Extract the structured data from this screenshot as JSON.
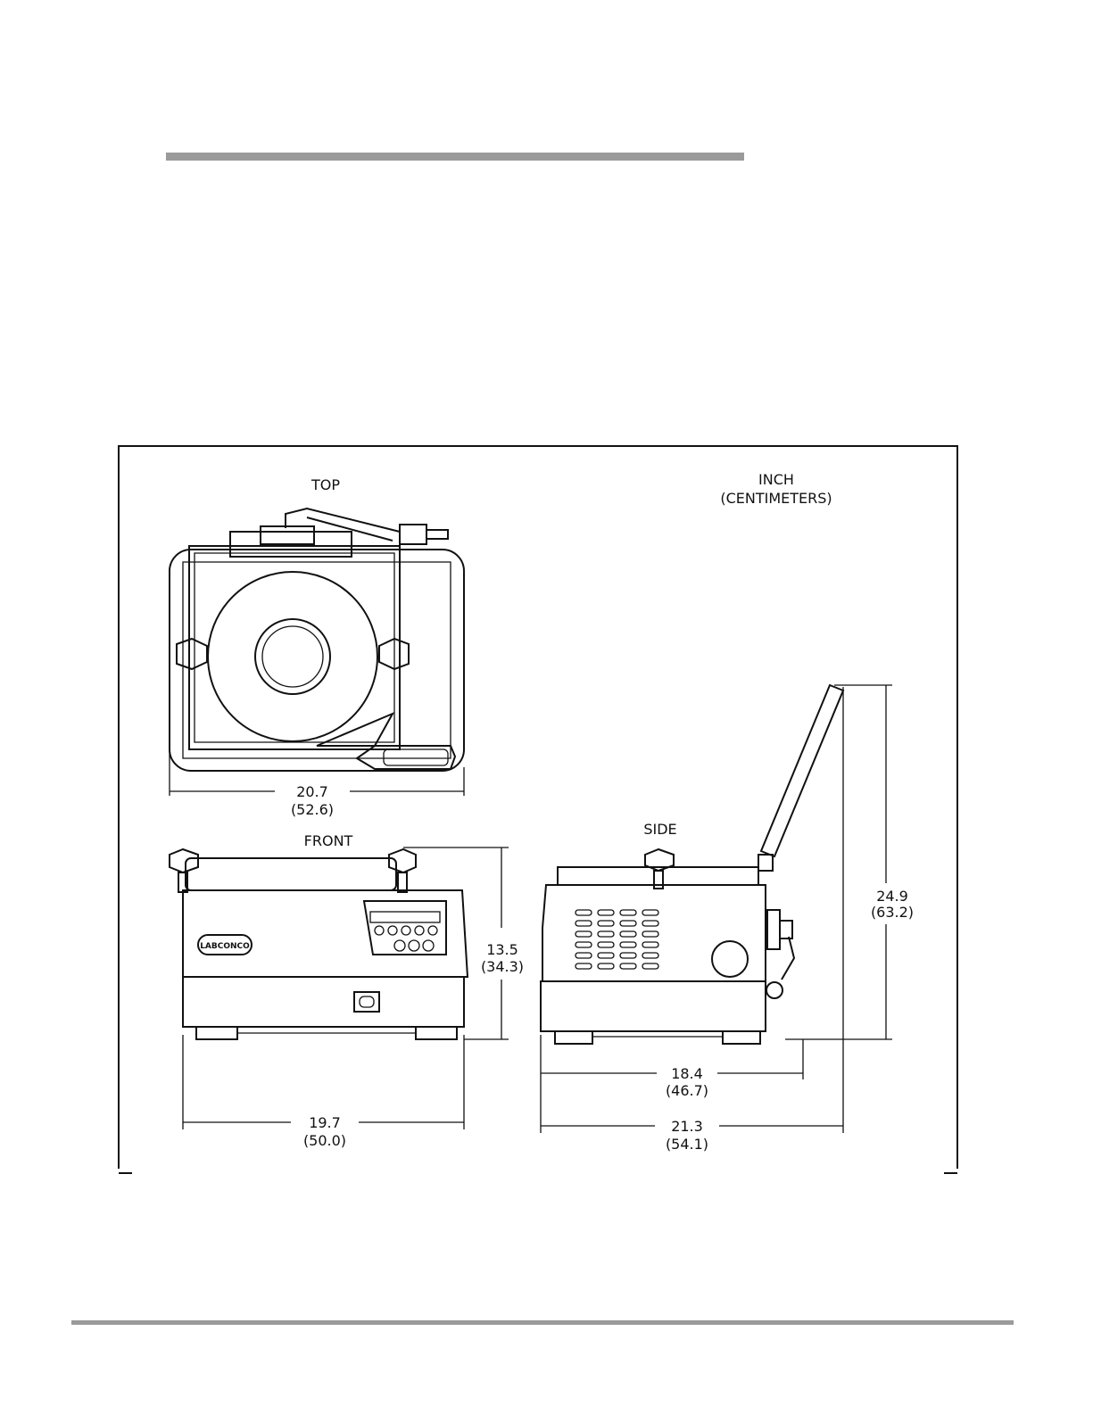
{
  "views": {
    "top": "TOP",
    "front": "FRONT",
    "side": "SIDE"
  },
  "units": {
    "primary": "INCH",
    "secondary": "(CENTIMETERS)"
  },
  "dimensions": {
    "top_width": {
      "inch": "20.7",
      "cm": "(52.6)"
    },
    "front_height": {
      "inch": "13.5",
      "cm": "(34.3)"
    },
    "front_width": {
      "inch": "19.7",
      "cm": "(50.0)"
    },
    "side_depth": {
      "inch": "18.4",
      "cm": "(46.7)"
    },
    "side_overall": {
      "inch": "21.3",
      "cm": "(54.1)"
    },
    "open_height": {
      "inch": "24.9",
      "cm": "(63.2)"
    }
  },
  "brand_label": "LABCONCO",
  "colors": {
    "rule": "#9a9a9a",
    "line": "#111111"
  }
}
